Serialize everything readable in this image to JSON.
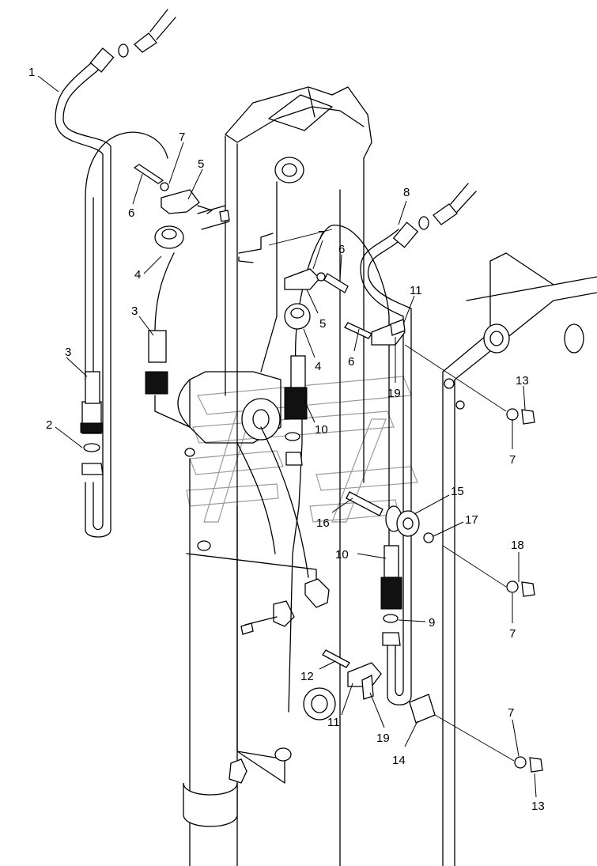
{
  "callouts": [
    {
      "id": "c1",
      "text": "1"
    },
    {
      "id": "c2",
      "text": "2"
    },
    {
      "id": "c3a",
      "text": "3"
    },
    {
      "id": "c3b",
      "text": "3"
    },
    {
      "id": "c4a",
      "text": "4"
    },
    {
      "id": "c5a",
      "text": "5"
    },
    {
      "id": "c6a",
      "text": "6"
    },
    {
      "id": "c7a",
      "text": "7"
    },
    {
      "id": "c7b",
      "text": "7"
    },
    {
      "id": "c6b",
      "text": "6"
    },
    {
      "id": "c5b",
      "text": "5"
    },
    {
      "id": "c4b",
      "text": "4"
    },
    {
      "id": "c8",
      "text": "8"
    },
    {
      "id": "c11a",
      "text": "11"
    },
    {
      "id": "c6c",
      "text": "6"
    },
    {
      "id": "c19a",
      "text": "19"
    },
    {
      "id": "c13a",
      "text": "13"
    },
    {
      "id": "c7c",
      "text": "7"
    },
    {
      "id": "c10a",
      "text": "10"
    },
    {
      "id": "c15",
      "text": "15"
    },
    {
      "id": "c16",
      "text": "16"
    },
    {
      "id": "c17",
      "text": "17"
    },
    {
      "id": "c10b",
      "text": "10"
    },
    {
      "id": "c18",
      "text": "18"
    },
    {
      "id": "c7d",
      "text": "7"
    },
    {
      "id": "c9",
      "text": "9"
    },
    {
      "id": "c12",
      "text": "12"
    },
    {
      "id": "c11b",
      "text": "11"
    },
    {
      "id": "c19b",
      "text": "19"
    },
    {
      "id": "c14",
      "text": "14"
    },
    {
      "id": "c7e",
      "text": "7"
    },
    {
      "id": "c13b",
      "text": "13"
    }
  ]
}
